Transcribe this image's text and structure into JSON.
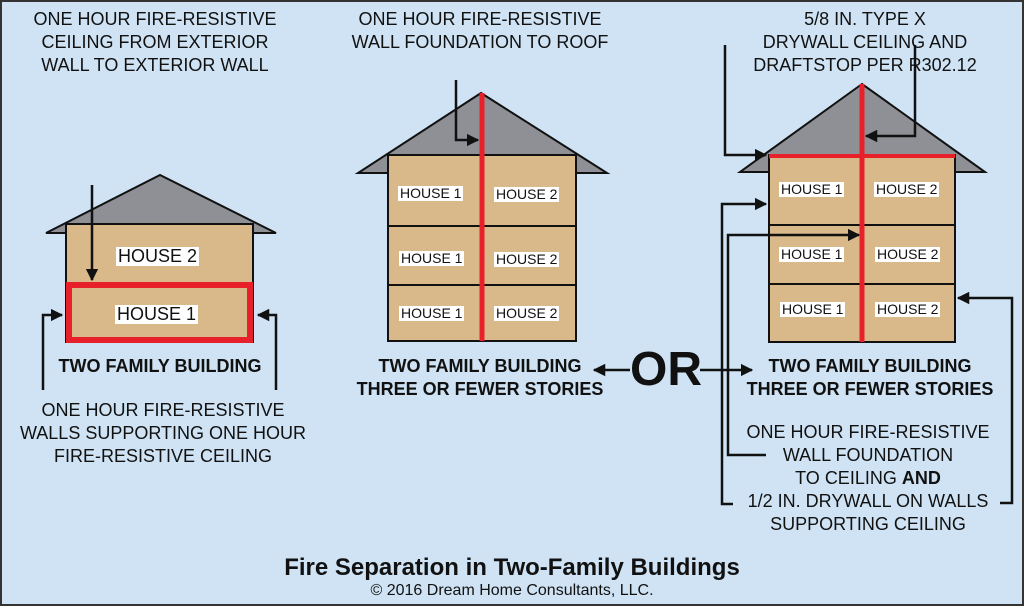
{
  "colors": {
    "background": "#cfe3f4",
    "wall": "#d9b98a",
    "roof": "#8e9095",
    "fire_separation": "#e8202a"
  },
  "left": {
    "top_note": [
      "ONE HOUR FIRE-RESISTIVE",
      "CEILING FROM EXTERIOR",
      "WALL TO EXTERIOR WALL"
    ],
    "house_upper": "HOUSE 2",
    "house_lower": "HOUSE 1",
    "caption": "TWO FAMILY BUILDING",
    "bottom_note": [
      "ONE HOUR FIRE-RESISTIVE",
      "WALLS SUPPORTING ONE HOUR",
      "FIRE-RESISTIVE CEILING"
    ]
  },
  "middle": {
    "top_note": [
      "ONE HOUR FIRE-RESISTIVE",
      "WALL FOUNDATION TO ROOF"
    ],
    "house_left": "HOUSE 1",
    "house_right": "HOUSE 2",
    "caption": [
      "TWO FAMILY BUILDING",
      "THREE OR FEWER STORIES"
    ]
  },
  "or_label": "OR",
  "right": {
    "top_note": [
      "5/8 IN. TYPE X",
      "DRYWALL CEILING AND",
      "DRAFTSTOP PER R302.12"
    ],
    "house_left": "HOUSE 1",
    "house_right": "HOUSE 2",
    "caption": [
      "TWO FAMILY BUILDING",
      "THREE OR FEWER STORIES"
    ],
    "bottom_note": [
      "ONE HOUR FIRE-RESISTIVE",
      "WALL FOUNDATION",
      "TO CEILING ",
      "AND",
      "1/2 IN. DRYWALL ON WALLS",
      "SUPPORTING CEILING"
    ]
  },
  "title": "Fire Separation in Two-Family Buildings",
  "copyright": "© 2016 Dream Home Consultants, LLC."
}
